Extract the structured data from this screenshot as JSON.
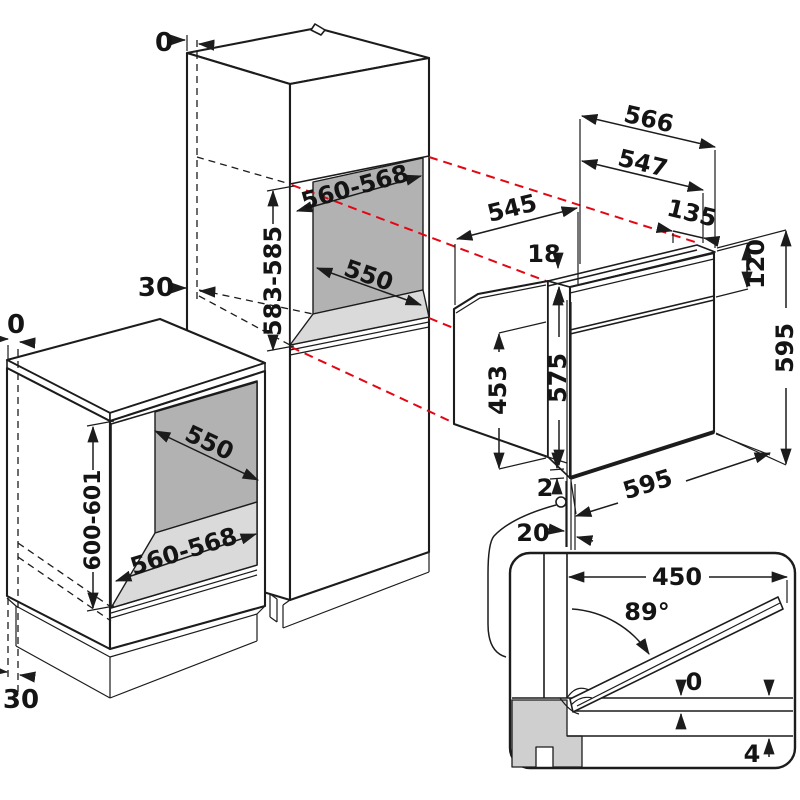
{
  "diagram": {
    "tall_cabinet": {
      "offset_top": "0",
      "gap_side": "30",
      "niche_width": "560-568",
      "niche_height": "583-585",
      "niche_depth": "550"
    },
    "base_cabinet": {
      "offset_side": "0",
      "plinth_recess": "30",
      "niche_depth": "550",
      "niche_width": "560-568",
      "niche_height": "600-601"
    },
    "oven": {
      "depth_total": "566",
      "depth_body": "547",
      "top_recess": "135",
      "body_depth": "545",
      "top_gap": "18",
      "panel_height": "120",
      "front_height": "575",
      "rear_height": "453",
      "height": "595",
      "width": "595",
      "door_gap": "2",
      "door_offset": "20"
    },
    "inset": {
      "door_length": "450",
      "open_angle": "89°",
      "align_gap": "0",
      "clearance": "4"
    },
    "colors": {
      "line": "#1c1c1c",
      "projection_red": "#e30613",
      "niche_back": "#b2b2b2",
      "niche_floor": "#dadada",
      "section_gray": "#cfcfcf"
    }
  }
}
